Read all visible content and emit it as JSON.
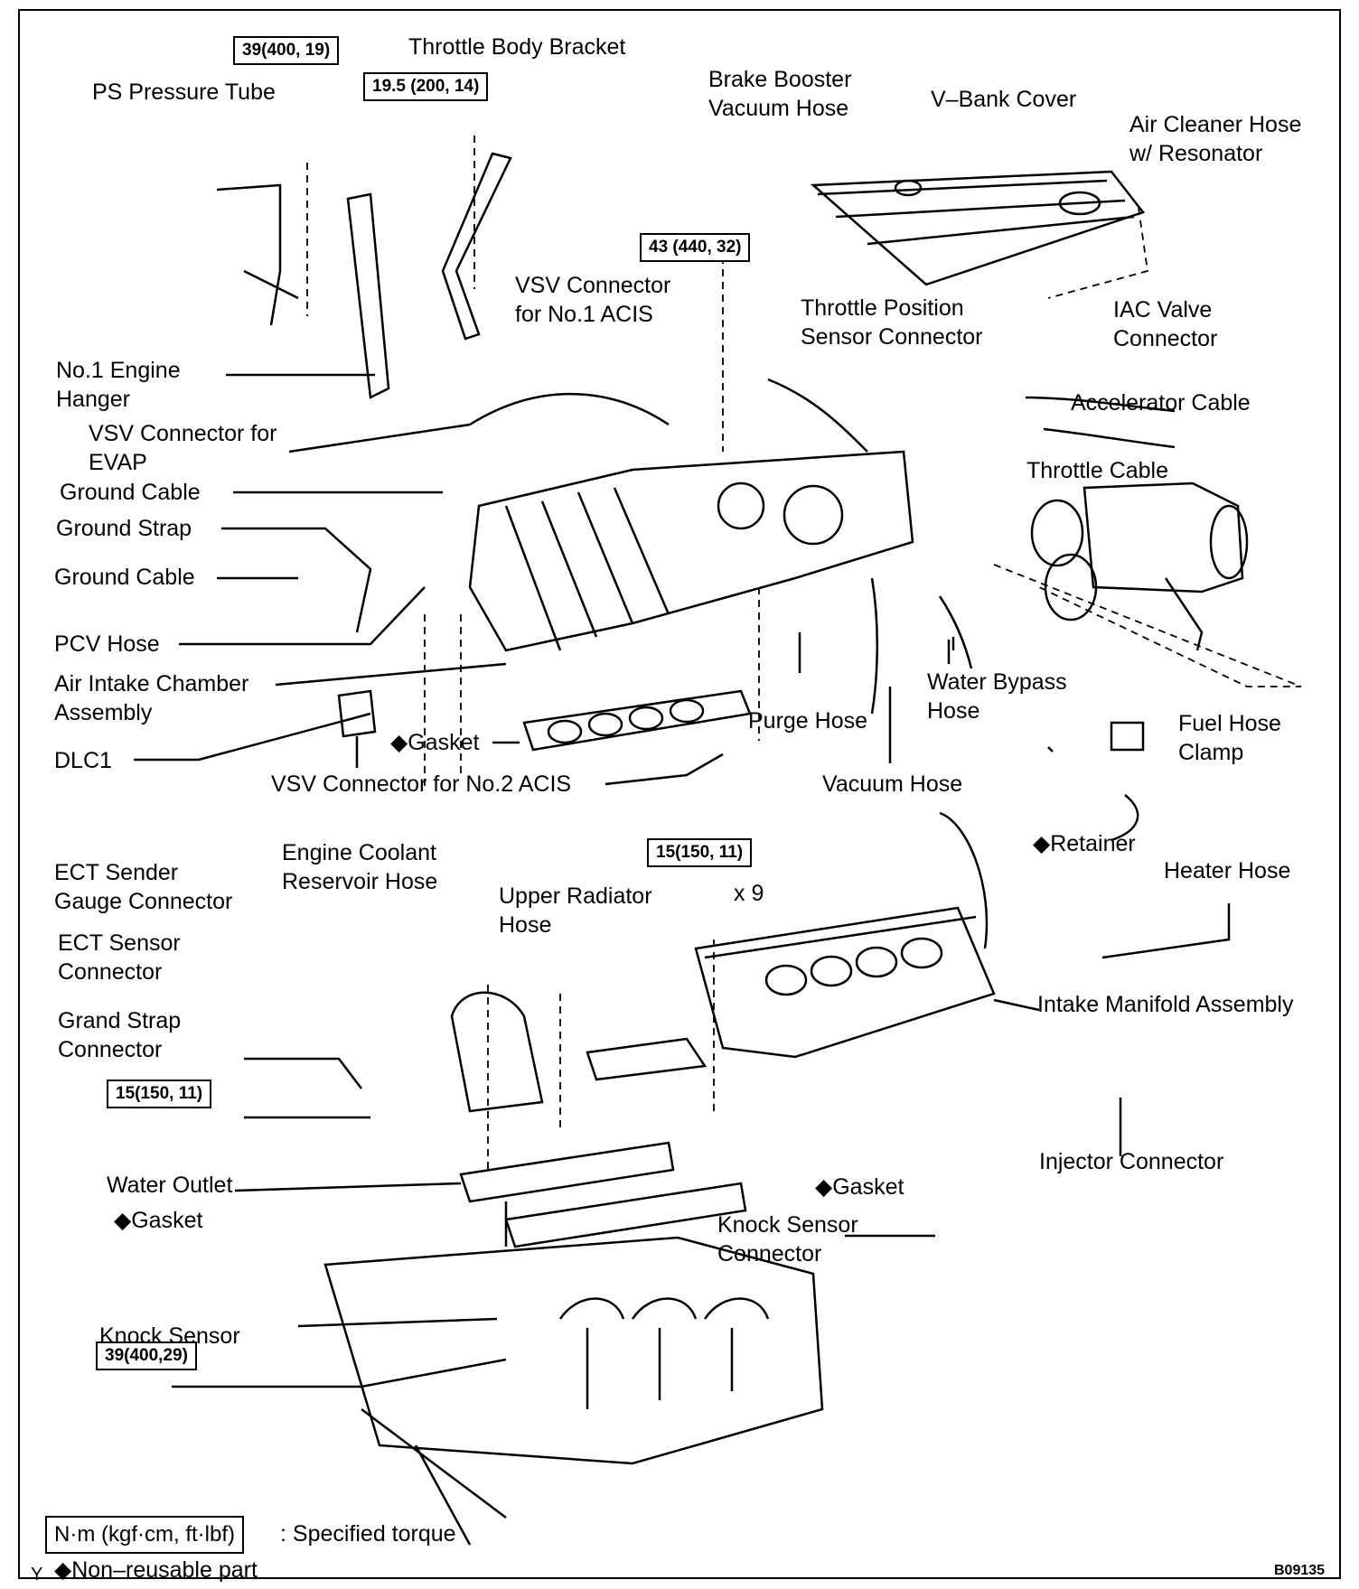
{
  "labels": {
    "ps_pressure_tube": "PS Pressure Tube",
    "throttle_body_bracket": "Throttle Body Bracket",
    "brake_booster": "Brake Booster\nVacuum Hose",
    "v_bank_cover": "V–Bank Cover",
    "air_cleaner_hose": "Air Cleaner Hose\nw/ Resonator",
    "vsv_acis1": "VSV Connector\nfor No.1 ACIS",
    "throttle_position": "Throttle Position\nSensor Connector",
    "iac_valve": "IAC Valve\nConnector",
    "accelerator_cable": "Accelerator Cable",
    "engine_hanger": "No.1 Engine\nHanger",
    "vsv_evap": "VSV Connector for\nEVAP",
    "ground_cable_1": "Ground Cable",
    "throttle_cable": "Throttle Cable",
    "ground_strap": "Ground Strap",
    "ground_cable_2": "Ground Cable",
    "pcv_hose": "PCV Hose",
    "air_intake_chamber": "Air Intake Chamber\nAssembly",
    "water_bypass": "Water Bypass\nHose",
    "dlc1": "DLC1",
    "gasket_top": "◆Gasket",
    "purge_hose": "Purge Hose",
    "fuel_hose_clamp": "Fuel Hose\nClamp",
    "vsv_acis2": "VSV Connector for No.2 ACIS",
    "vacuum_hose": "Vacuum Hose",
    "retainer": "◆Retainer",
    "ect_sender": "ECT Sender\nGauge Connector",
    "coolant_reservoir": "Engine Coolant\nReservoir Hose",
    "upper_radiator": "Upper Radiator\nHose",
    "heater_hose": "Heater Hose",
    "ect_sensor": "ECT Sensor\nConnector",
    "times9": "x 9",
    "intake_manifold": "Intake Manifold Assembly",
    "grand_strap": "Grand Strap\nConnector",
    "injector_connector": "Injector Connector",
    "water_outlet": "Water Outlet",
    "gasket_mid": "◆Gasket",
    "gasket_left": "◆Gasket",
    "knock_sensor_connector": "Knock Sensor\nConnector",
    "knock_sensor": "Knock Sensor"
  },
  "torques": {
    "t1": "39(400, 19)",
    "t2": "19.5 (200, 14)",
    "t3": "43 (440, 32)",
    "t4": "15(150, 11)",
    "t5": "15(150, 11)",
    "t6": "39(400,29)"
  },
  "legend": {
    "unit_box": "N·m (kgf·cm, ft·lbf)",
    "unit_text": ": Specified torque",
    "non_reusable": "◆Non–reusable part",
    "corner_mark": "Y",
    "figure_code": "B09135"
  }
}
